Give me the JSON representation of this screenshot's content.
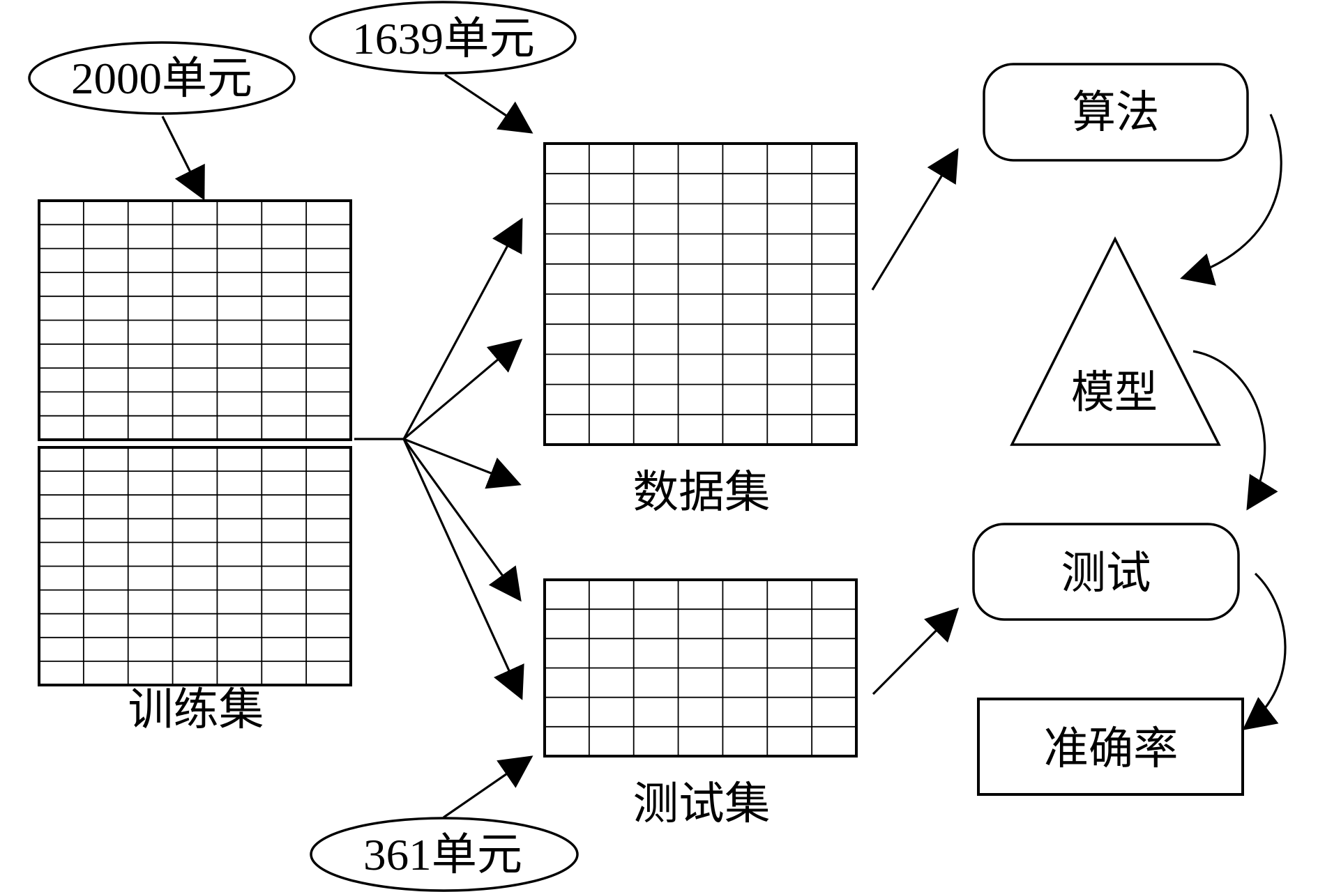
{
  "callouts": {
    "training_units": "2000单元",
    "dataset_units": "1639单元",
    "test_units": "361单元"
  },
  "tables": {
    "training_set": "训练集",
    "dataset": "数据集",
    "test_set": "测试集"
  },
  "pipeline": {
    "algorithm": "算法",
    "model": "模型",
    "test": "测试",
    "accuracy": "准确率"
  },
  "shapes": {
    "callouts": "ellipse",
    "tables": "grid-table",
    "algorithm": "rounded-rect",
    "model": "triangle",
    "test": "rounded-rect",
    "accuracy": "rect"
  },
  "colors": {
    "ink": "#000000",
    "paper": "#ffffff"
  }
}
